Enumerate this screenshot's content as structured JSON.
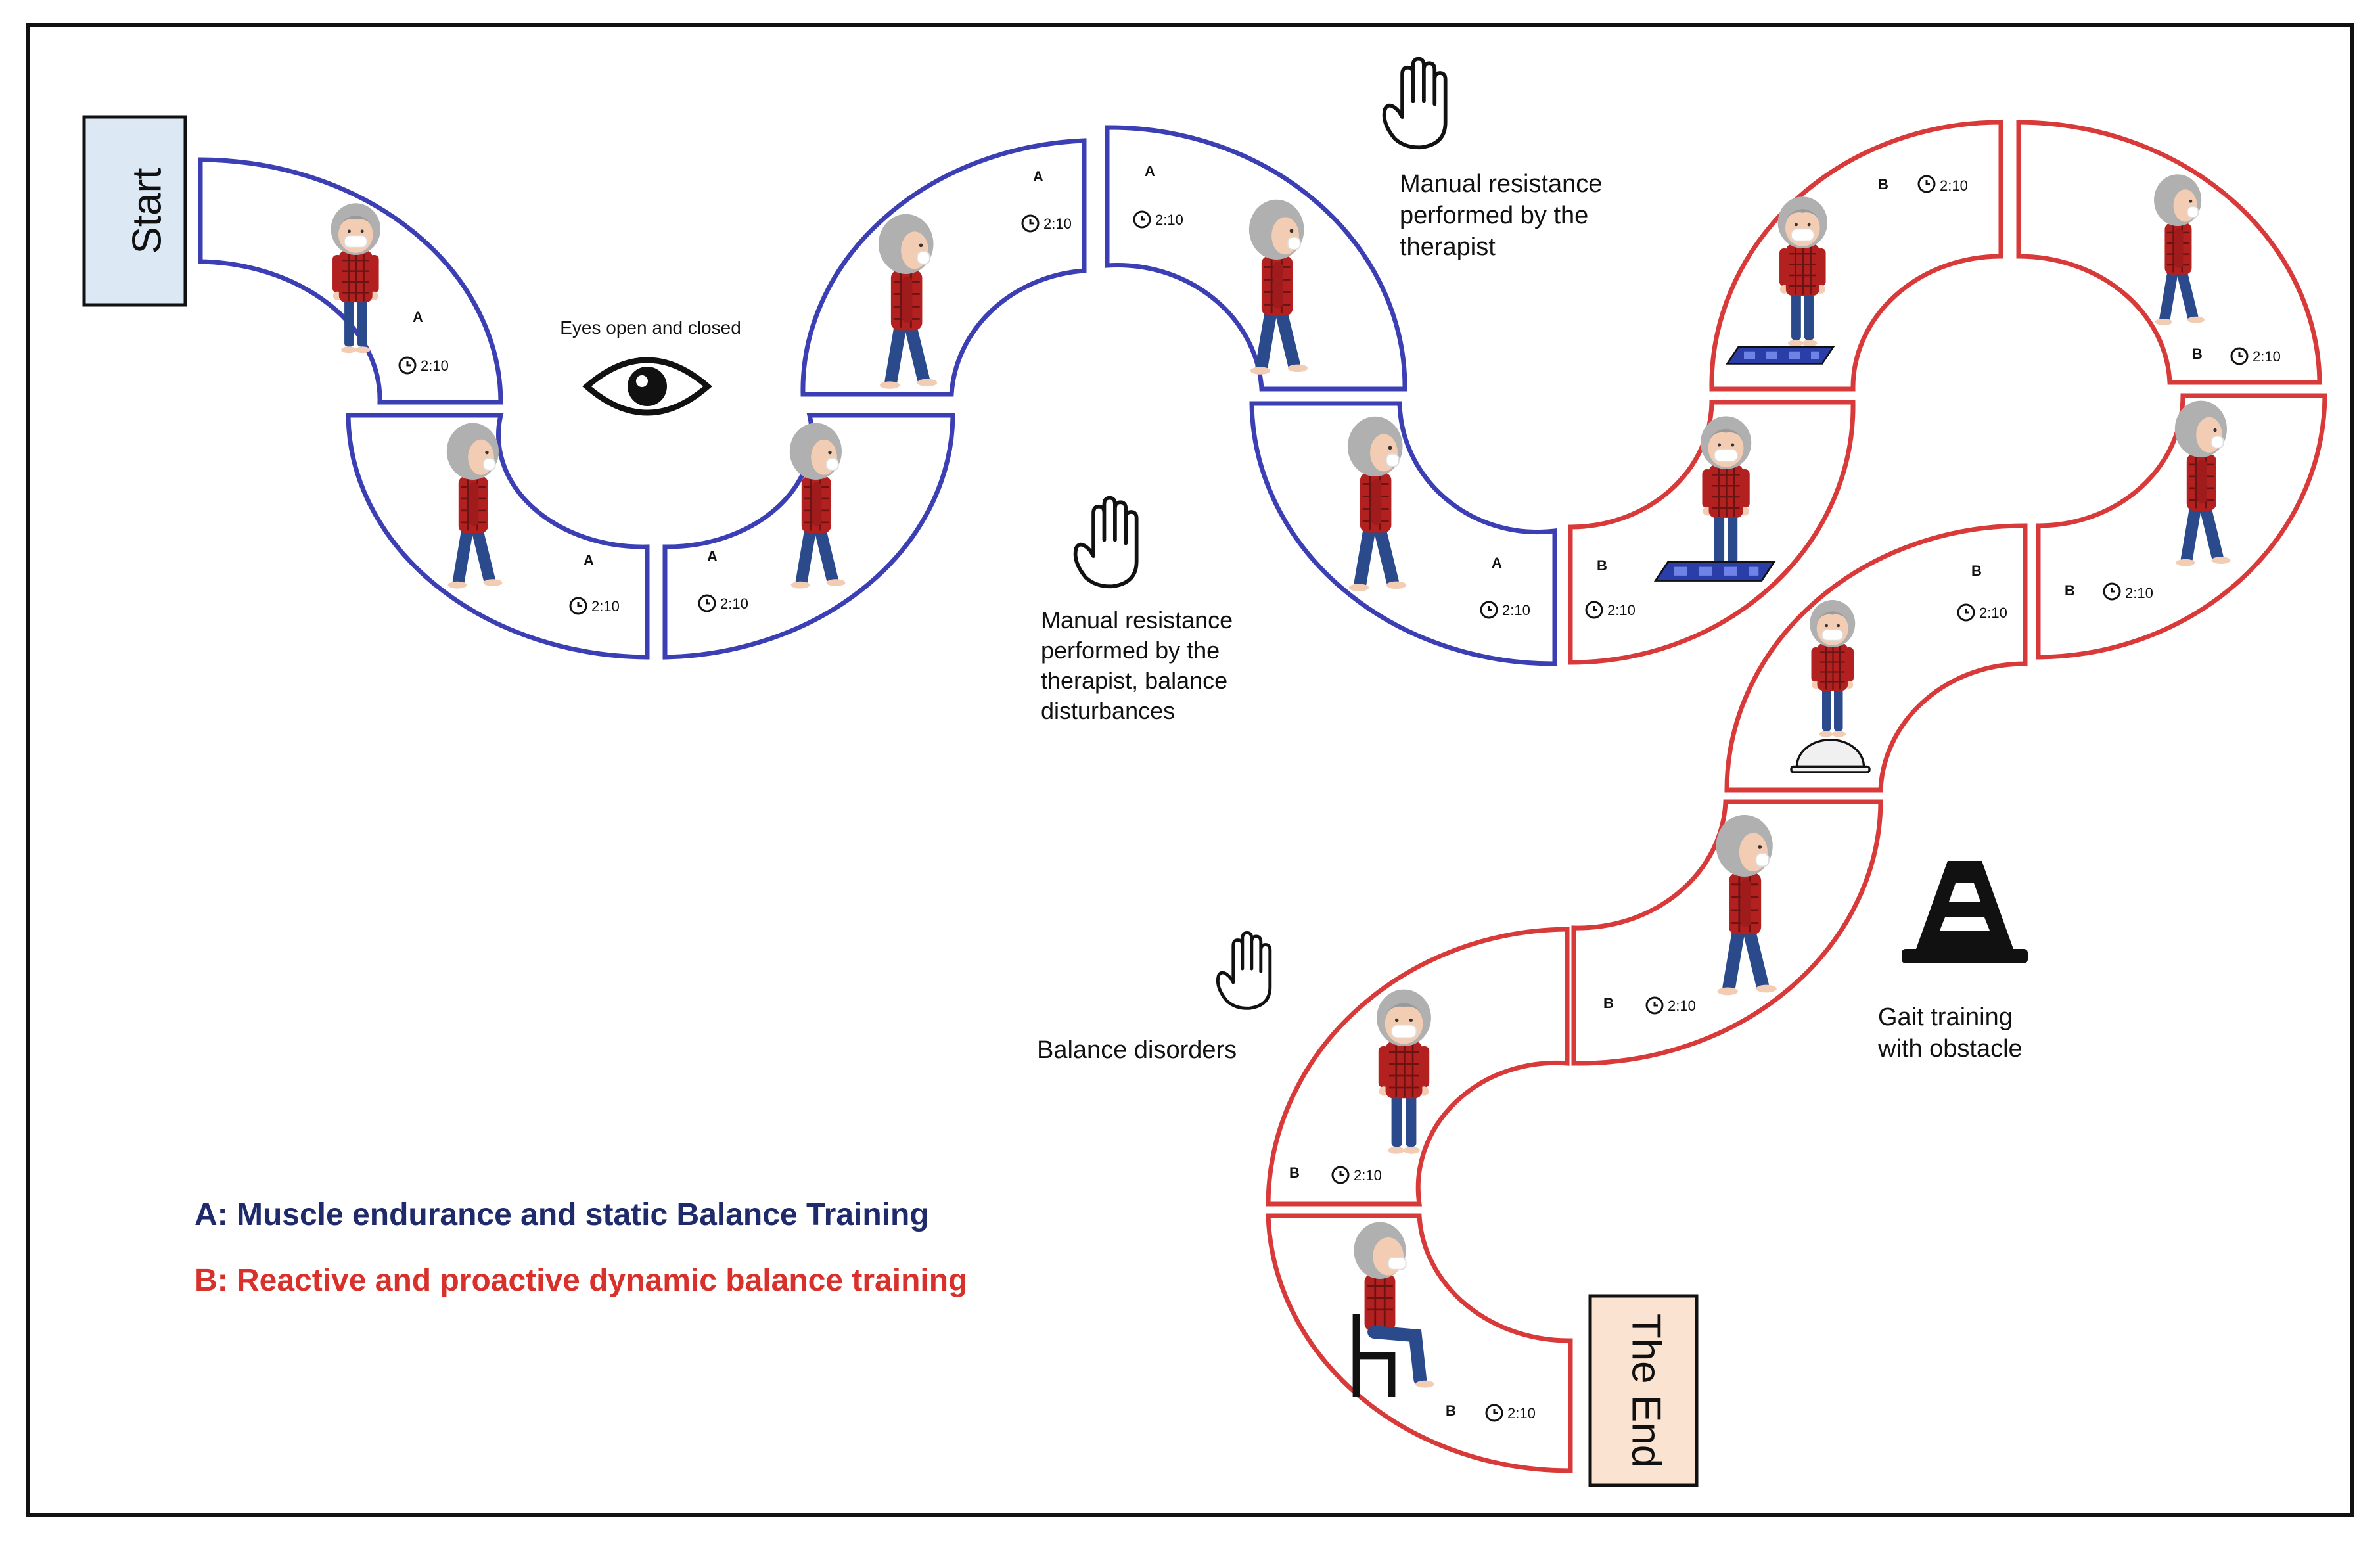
{
  "diagram": {
    "start_label": "Start",
    "end_label": "The End",
    "time_label": "2:10",
    "colors": {
      "track_a": "#3b3fb3",
      "track_b": "#d83a3a",
      "start_fill": "#dce9f5",
      "end_fill": "#fbe3d2",
      "legend_a": "#1f2a6b",
      "legend_b": "#d8302b",
      "frame": "#111111",
      "hair": "#b0b0b0",
      "shirt": "#b32020",
      "jeans": "#2a4a8c",
      "skin": "#f2cdb4"
    },
    "tiles": [
      {
        "id": 1,
        "letter": "A",
        "track": "A"
      },
      {
        "id": 2,
        "letter": "A",
        "track": "A"
      },
      {
        "id": 3,
        "letter": "A",
        "track": "A"
      },
      {
        "id": 4,
        "letter": "A",
        "track": "A"
      },
      {
        "id": 5,
        "letter": "A",
        "track": "A"
      },
      {
        "id": 6,
        "letter": "A",
        "track": "A"
      },
      {
        "id": 7,
        "letter": "B",
        "track": "B"
      },
      {
        "id": 8,
        "letter": "B",
        "track": "B"
      },
      {
        "id": 9,
        "letter": "B",
        "track": "B"
      },
      {
        "id": 10,
        "letter": "B",
        "track": "B"
      },
      {
        "id": 11,
        "letter": "B",
        "track": "B"
      },
      {
        "id": 12,
        "letter": "B",
        "track": "B"
      },
      {
        "id": 13,
        "letter": "B",
        "track": "B"
      },
      {
        "id": 14,
        "letter": "B",
        "track": "B"
      }
    ],
    "annotations": {
      "eyes": "Eyes open and closed",
      "manual_top": [
        "Manual resistance",
        "performed by the",
        "therapist"
      ],
      "manual_mid": [
        "Manual resistance",
        "performed by the",
        "therapist, balance",
        "disturbances"
      ],
      "balance_disorders": "Balance disorders",
      "gait": [
        "Gait training",
        "with obstacle"
      ]
    },
    "icons": [
      "eye-icon",
      "hand-icon",
      "hand-icon",
      "hand-icon",
      "traffic-cone-icon"
    ],
    "legend": {
      "a": "A: Muscle endurance and static Balance Training",
      "b": "B: Reactive and proactive dynamic balance training"
    }
  }
}
